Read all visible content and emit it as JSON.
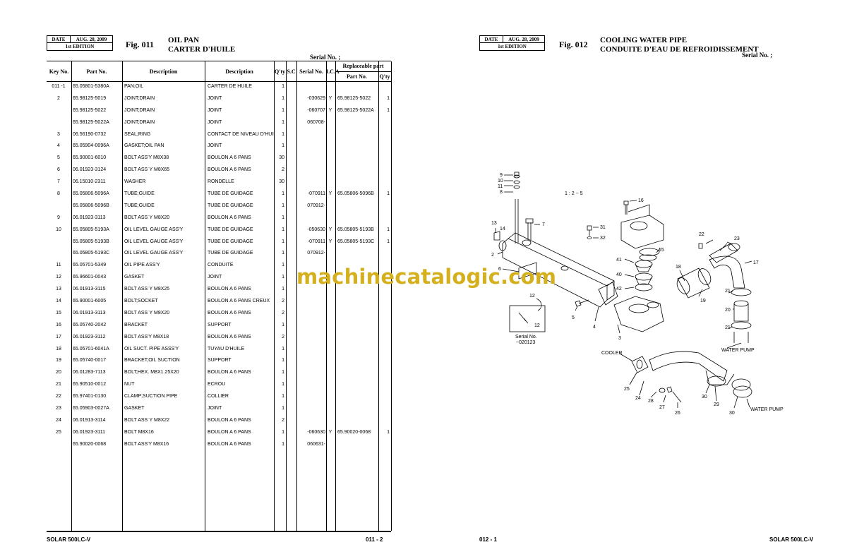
{
  "left": {
    "date_label": "DATE",
    "date_value": "AUG. 28, 2009",
    "edition": "1st EDITION",
    "fig": "Fig. 011",
    "title_en": "OIL PAN",
    "title_fr": "CARTER D'HUILE",
    "serial": "Serial No. ;",
    "headers": {
      "key": "Key No.",
      "part_no": "Part No.",
      "desc1": "Description",
      "desc2": "Description",
      "qty": "Q'ty",
      "sc": "S.C",
      "serial_no": "Serial No.",
      "ica": "I.C.A",
      "replaceable": "Replaceable part",
      "rep_part_no": "Part No.",
      "rep_qty": "Q'ty"
    },
    "rows": [
      {
        "key": "011 -1",
        "pn": "65.05801-5380A",
        "d1": "PAN;OIL",
        "d2": "CARTER DE HUILE",
        "qty": "1",
        "sn": "",
        "ica": "",
        "rpn": "",
        "rq": ""
      },
      {
        "key": "2",
        "pn": "65.98125-5019",
        "d1": "JOINT;DRAIN",
        "d2": "JOINT",
        "qty": "1",
        "sn": "-030629",
        "ica": "Y",
        "rpn": "65.98125-5022",
        "rq": "1"
      },
      {
        "key": "",
        "pn": "65.98125-5022",
        "d1": "JOINT;DRAIN",
        "d2": "JOINT",
        "qty": "1",
        "sn": "-060707",
        "ica": "Y",
        "rpn": "65.98125-5022A",
        "rq": "1"
      },
      {
        "key": "",
        "pn": "65.98125-5022A",
        "d1": "JOINT;DRAIN",
        "d2": "JOINT",
        "qty": "1",
        "sn": "060708-",
        "ica": "",
        "rpn": "",
        "rq": ""
      },
      {
        "key": "3",
        "pn": "06.56190-0732",
        "d1": "SEAL;RING",
        "d2": "CONTACT DE NIVEAU D'HUILE",
        "qty": "1",
        "sn": "",
        "ica": "",
        "rpn": "",
        "rq": ""
      },
      {
        "key": "4",
        "pn": "65.05904-0096A",
        "d1": "GASKET;OIL PAN",
        "d2": "JOINT",
        "qty": "1",
        "sn": "",
        "ica": "",
        "rpn": "",
        "rq": ""
      },
      {
        "key": "5",
        "pn": "65.90001-6010",
        "d1": "BOLT ASS'Y M8X38",
        "d2": "BOULON A 6 PANS",
        "qty": "30",
        "sn": "",
        "ica": "",
        "rpn": "",
        "rq": ""
      },
      {
        "key": "6",
        "pn": "06.01923-3124",
        "d1": "BOLT ASS`Y M8X65",
        "d2": "BOULON A 6 PANS",
        "qty": "2",
        "sn": "",
        "ica": "",
        "rpn": "",
        "rq": ""
      },
      {
        "key": "7",
        "pn": "06.15010-2311",
        "d1": "WASHER",
        "d2": "RONDELLE",
        "qty": "30",
        "sn": "",
        "ica": "",
        "rpn": "",
        "rq": ""
      },
      {
        "key": "8",
        "pn": "65.05806-5096A",
        "d1": "TUBE;GUIDE",
        "d2": "TUBE DE GUIDAGE",
        "qty": "1",
        "sn": "-070911",
        "ica": "Y",
        "rpn": "65.05806-5096B",
        "rq": "1"
      },
      {
        "key": "",
        "pn": "65.05806-5096B",
        "d1": "TUBE;GUIDE",
        "d2": "TUBE DE GUIDAGE",
        "qty": "1",
        "sn": "070912-",
        "ica": "",
        "rpn": "",
        "rq": ""
      },
      {
        "key": "9",
        "pn": "06.01923-3113",
        "d1": "BOLT ASS`Y M8X20",
        "d2": "BOULON A 6 PANS",
        "qty": "1",
        "sn": "",
        "ica": "",
        "rpn": "",
        "rq": ""
      },
      {
        "key": "10",
        "pn": "65.05805-5193A",
        "d1": "OIL LEVEL GAUGE ASS'Y",
        "d2": "TUBE DE GUIDAGE",
        "qty": "1",
        "sn": "-050630",
        "ica": "Y",
        "rpn": "65.05805-5193B",
        "rq": "1"
      },
      {
        "key": "",
        "pn": "65.05805-5193B",
        "d1": "OIL LEVEL GAUGE ASS'Y",
        "d2": "TUBE DE GUIDAGE",
        "qty": "1",
        "sn": "-070911",
        "ica": "Y",
        "rpn": "65.05805-5193C",
        "rq": "1"
      },
      {
        "key": "",
        "pn": "65.05805-5193C",
        "d1": "OIL LEVEL GAUGE ASS'Y",
        "d2": "TUBE DE GUIDAGE",
        "qty": "1",
        "sn": "070912-",
        "ica": "",
        "rpn": "",
        "rq": ""
      },
      {
        "key": "11",
        "pn": "65.05701-5349",
        "d1": "OIL PIPE ASS'Y",
        "d2": "CONDUITE",
        "qty": "1",
        "sn": "",
        "ica": "",
        "rpn": "",
        "rq": ""
      },
      {
        "key": "12",
        "pn": "65.96601-0043",
        "d1": "GASKET",
        "d2": "JOINT",
        "qty": "1",
        "sn": "",
        "ica": "",
        "rpn": "",
        "rq": ""
      },
      {
        "key": "13",
        "pn": "06.01913-3115",
        "d1": "BOLT ASS`Y M8X25",
        "d2": "BOULON A 6 PANS",
        "qty": "1",
        "sn": "",
        "ica": "",
        "rpn": "",
        "rq": ""
      },
      {
        "key": "14",
        "pn": "65.90001-6005",
        "d1": "BOLT;SOCKET",
        "d2": "BOULON A 6 PANS CREUX",
        "qty": "2",
        "sn": "",
        "ica": "",
        "rpn": "",
        "rq": ""
      },
      {
        "key": "15",
        "pn": "06.01913-3113",
        "d1": "BOLT ASS`Y M8X20",
        "d2": "BOULON A 6 PANS",
        "qty": "2",
        "sn": "",
        "ica": "",
        "rpn": "",
        "rq": ""
      },
      {
        "key": "16",
        "pn": "65.05740-2042",
        "d1": "BRACKET",
        "d2": "SUPPORT",
        "qty": "1",
        "sn": "",
        "ica": "",
        "rpn": "",
        "rq": ""
      },
      {
        "key": "17",
        "pn": "06.01923-3112",
        "d1": "BOLT ASS'Y M8X18",
        "d2": "BOULON A 6 PANS",
        "qty": "2",
        "sn": "",
        "ica": "",
        "rpn": "",
        "rq": ""
      },
      {
        "key": "18",
        "pn": "65.05701-6041A",
        "d1": "OIL SUCT. PIPE ASSS'Y",
        "d2": "TUYAU D'HUILE",
        "qty": "1",
        "sn": "",
        "ica": "",
        "rpn": "",
        "rq": ""
      },
      {
        "key": "19",
        "pn": "65.05740-0017",
        "d1": "BRACKET;OIL SUCTION",
        "d2": "SUPPORT",
        "qty": "1",
        "sn": "",
        "ica": "",
        "rpn": "",
        "rq": ""
      },
      {
        "key": "20",
        "pn": "06.01283-7113",
        "d1": "BOLT;HEX. M8X1.25X20",
        "d2": "BOULON A 6 PANS",
        "qty": "1",
        "sn": "",
        "ica": "",
        "rpn": "",
        "rq": ""
      },
      {
        "key": "21",
        "pn": "65.90510-0012",
        "d1": "NUT",
        "d2": "ECROU",
        "qty": "1",
        "sn": "",
        "ica": "",
        "rpn": "",
        "rq": ""
      },
      {
        "key": "22",
        "pn": "65.97401-0130",
        "d1": "CLAMP;SUCTION PIPE",
        "d2": "COLLIER",
        "qty": "1",
        "sn": "",
        "ica": "",
        "rpn": "",
        "rq": ""
      },
      {
        "key": "23",
        "pn": "65.05903-0027A",
        "d1": "GASKET",
        "d2": "JOINT",
        "qty": "1",
        "sn": "",
        "ica": "",
        "rpn": "",
        "rq": ""
      },
      {
        "key": "24",
        "pn": "06.01913-3114",
        "d1": "BOLT ASS`Y M8X22",
        "d2": "BOULON A 6 PANS",
        "qty": "2",
        "sn": "",
        "ica": "",
        "rpn": "",
        "rq": ""
      },
      {
        "key": "25",
        "pn": "06.01923-3111",
        "d1": "BOLT M8X16",
        "d2": "BOULON A 6 PANS",
        "qty": "1",
        "sn": "-060630",
        "ica": "Y",
        "rpn": "65.90020-0068",
        "rq": "1"
      },
      {
        "key": "",
        "pn": "65.90020-0068",
        "d1": "BOLT ASS'Y M8X16",
        "d2": "BOULON A 6 PANS",
        "qty": "1",
        "sn": "060631-",
        "ica": "",
        "rpn": "",
        "rq": ""
      }
    ],
    "footer_model": "SOLAR 500LC-V",
    "footer_page": "011 - 2"
  },
  "right": {
    "date_label": "DATE",
    "date_value": "AUG. 28, 2009",
    "edition": "1st EDITION",
    "fig": "Fig. 012",
    "title_en": "COOLING WATER PIPE",
    "title_fr": "CONDUITE D'EAU DE REFROIDISSEMENT",
    "serial": "Serial No. ;",
    "scale": "1 : 2 ~ 5",
    "labels": {
      "cooler": "COOLER",
      "water_pump_1": "WATER PUMP",
      "water_pump_2": "WATER PUMP",
      "serial_note_1": "Serial No.",
      "serial_note_2": "~020123"
    },
    "callouts": [
      "9",
      "10",
      "11",
      "8",
      "7",
      "16",
      "31",
      "32",
      "13",
      "14",
      "2",
      "15",
      "22",
      "23",
      "41",
      "17",
      "18",
      "40",
      "6",
      "42",
      "19",
      "21",
      "12",
      "5",
      "4",
      "3",
      "20",
      "21",
      "12",
      "25",
      "24",
      "28",
      "27",
      "26",
      "30",
      "29",
      "30"
    ],
    "footer_page": "012 - 1",
    "footer_model": "SOLAR 500LC-V"
  },
  "watermark": "machinecatalogic.com"
}
